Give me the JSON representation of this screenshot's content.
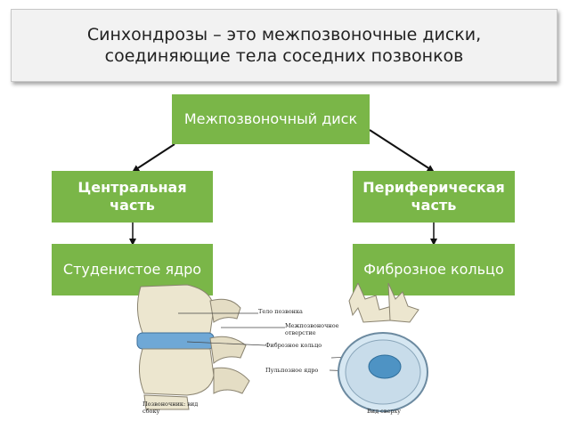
{
  "title": "Синхондрозы – это межпозвоночные диски, соединяющие тела соседних позвонков",
  "nodes": {
    "root": "Межпозвоночный диск",
    "central": "Центральная часть",
    "peripheral": "Периферическая часть",
    "jelly": "Студенистое ядро",
    "fibrous": "Фиброзное кольцо"
  },
  "illustration": {
    "labels": {
      "body": "Тело позвонка",
      "foramen": "Межпозвоночное отверстие",
      "ring": "Фиброзное кольцо",
      "nucleus": "Пульпозное ядро",
      "side_caption": "Позвоночник: вид сбоку",
      "top_caption": "Вид сверху"
    }
  },
  "colors": {
    "node_fill": "#7ab648",
    "node_text": "#ffffff",
    "disc_blue": "#6fa8d6"
  }
}
